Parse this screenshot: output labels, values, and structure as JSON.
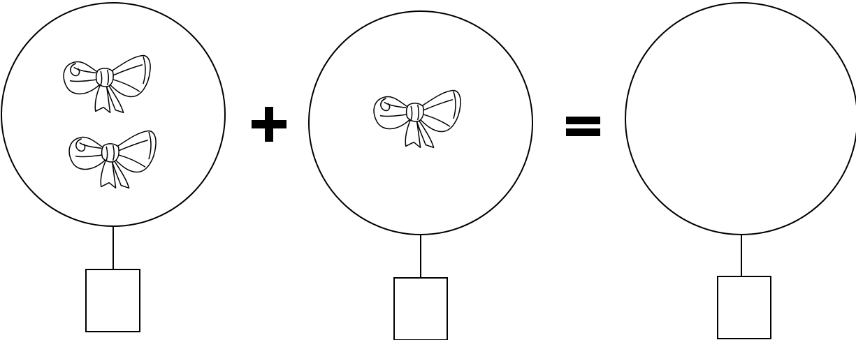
{
  "worksheet": {
    "groups": [
      {
        "bow_count": 2
      },
      {
        "bow_count": 1
      },
      {
        "bow_count": 0
      }
    ],
    "operators": [
      "+",
      "="
    ],
    "answer_boxes": [
      "",
      "",
      ""
    ]
  }
}
